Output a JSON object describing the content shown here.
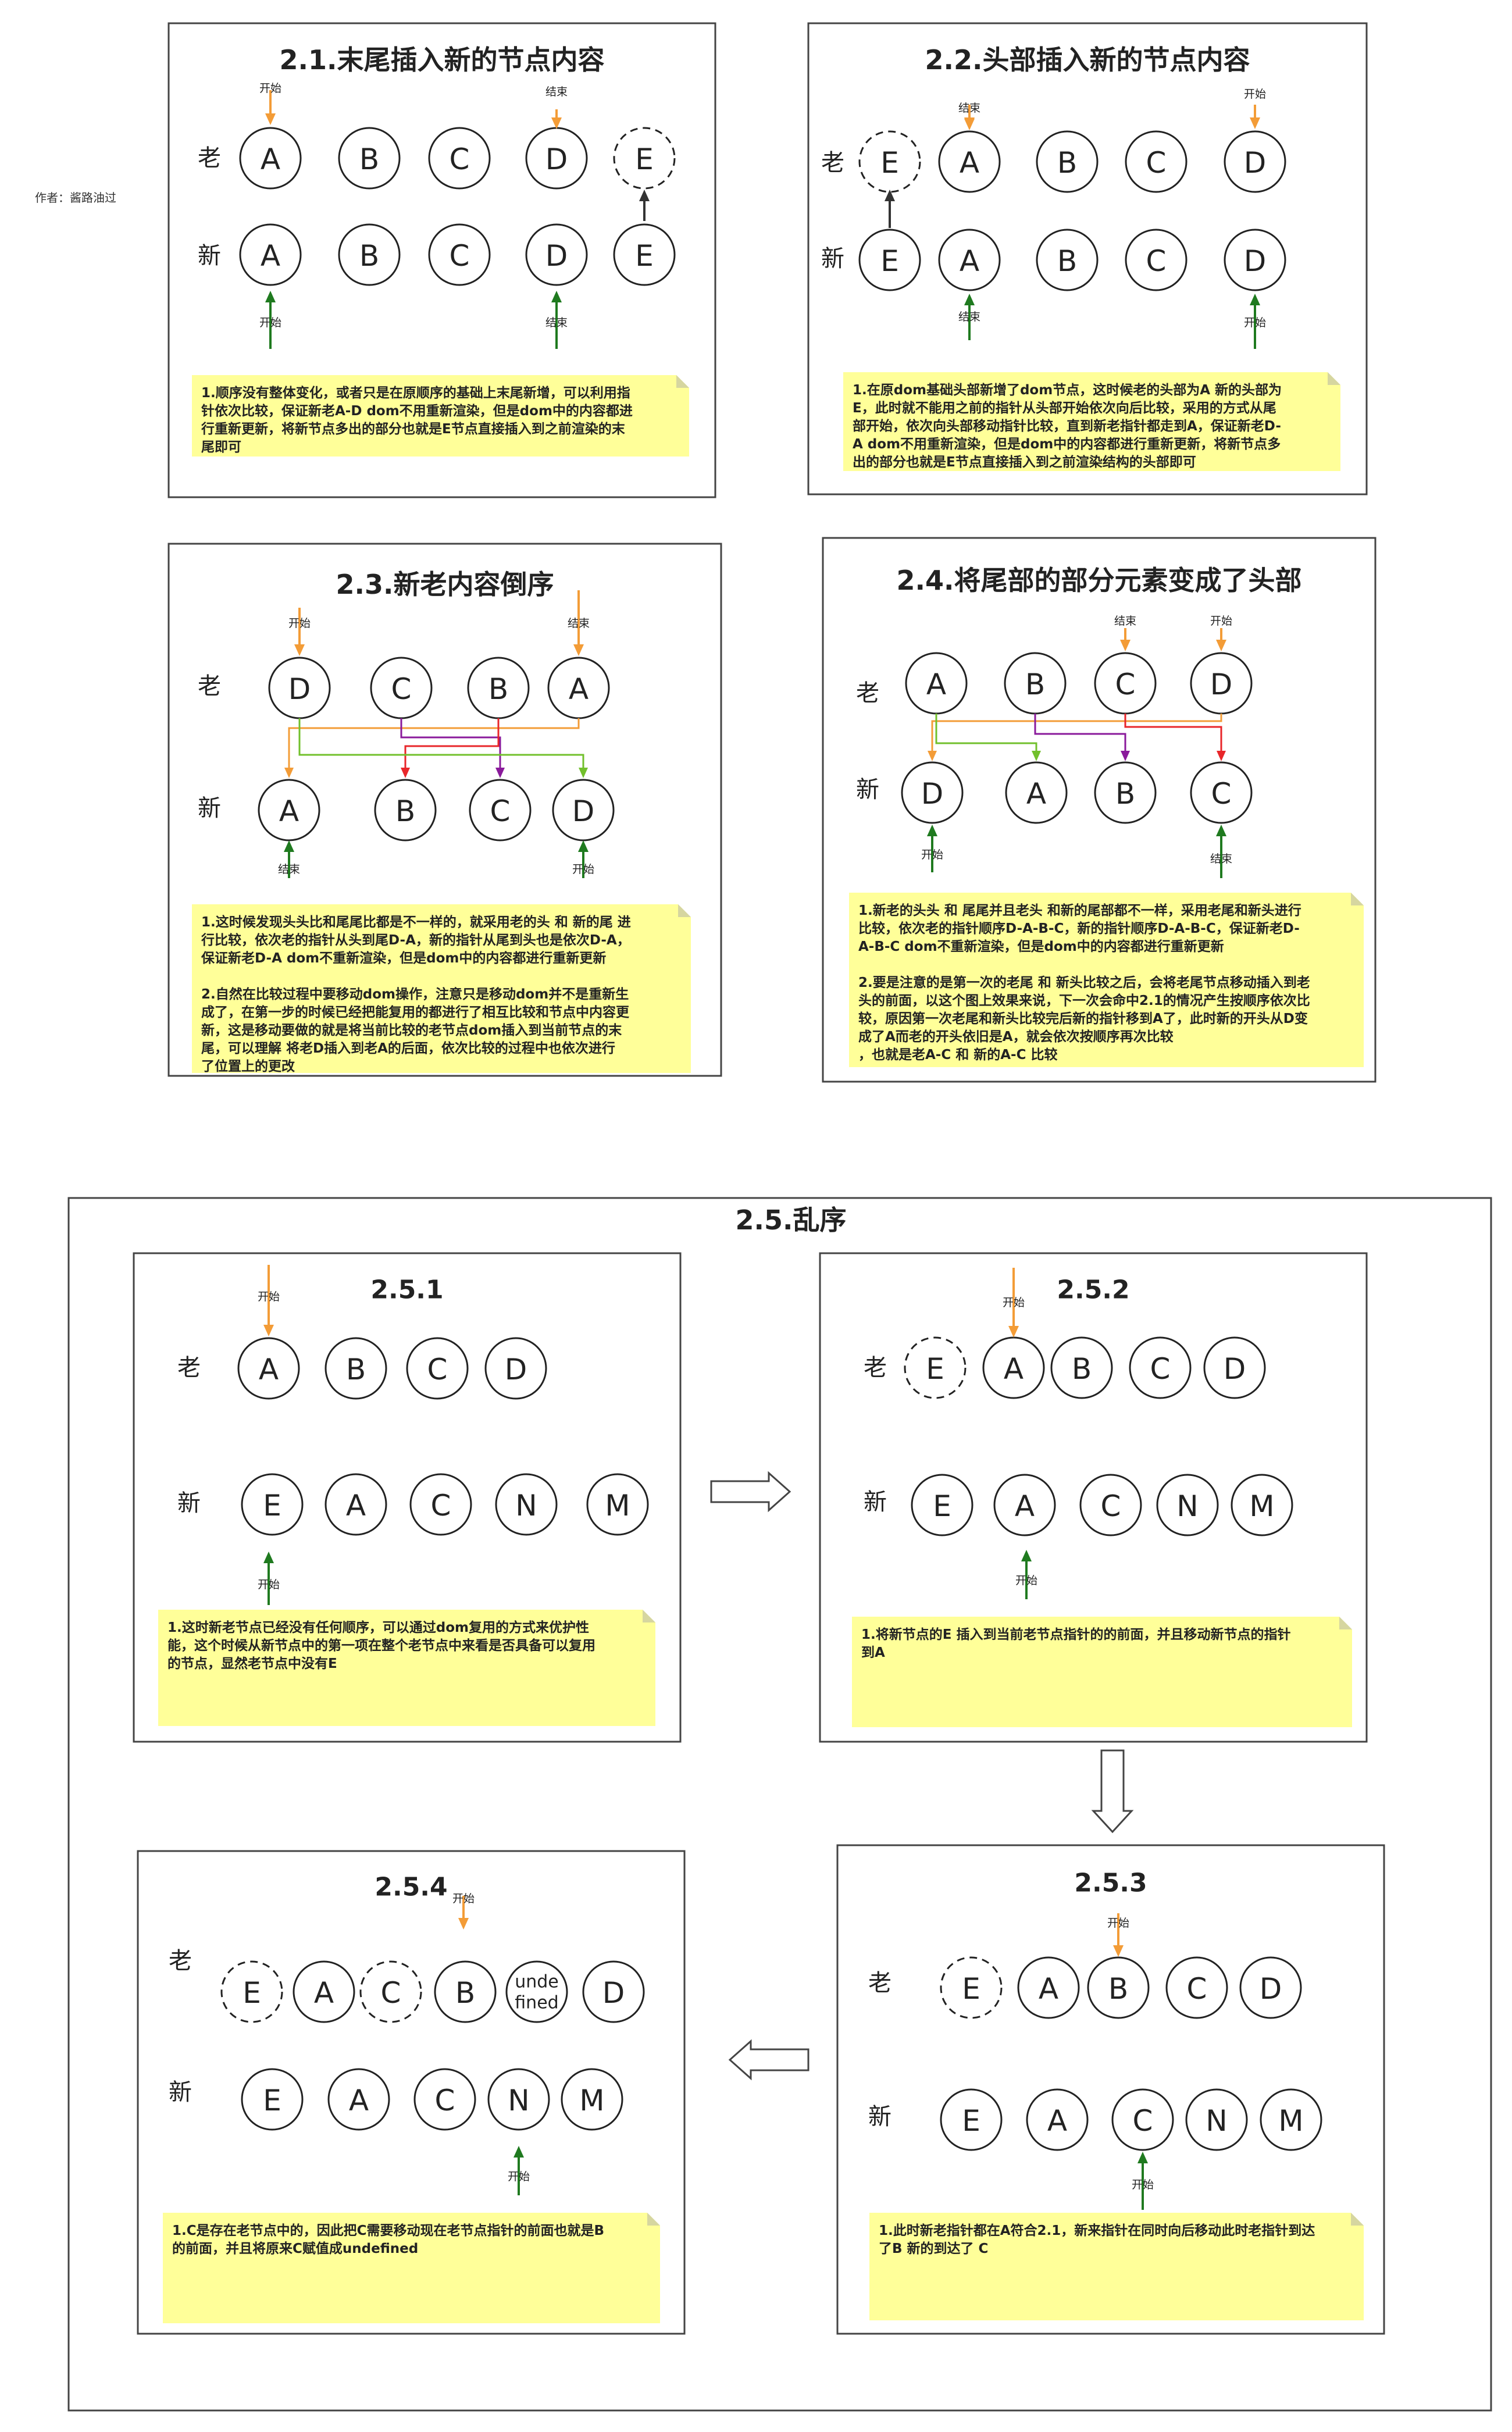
{
  "author": "作者：酱路油过",
  "colors": {
    "orange": "#f39c37",
    "green": "#1f7a1f",
    "note": "#ffff99",
    "border": "#444444",
    "red": "#e8262a",
    "purple": "#8a1a9b",
    "lime": "#72c02c"
  },
  "labels": {
    "old": "老",
    "new": "新",
    "start": "开始",
    "end": "结束"
  },
  "panels": [
    {
      "id": "p21",
      "title": "2.1.末尾插入新的节点内容",
      "old": [
        {
          "t": "A"
        },
        {
          "t": "B"
        },
        {
          "t": "C"
        },
        {
          "t": "D"
        },
        {
          "t": "E",
          "dashed": true
        }
      ],
      "new": [
        {
          "t": "A"
        },
        {
          "t": "B"
        },
        {
          "t": "C"
        },
        {
          "t": "D"
        },
        {
          "t": "E"
        }
      ],
      "note": [
        "1.顺序没有整体变化，或者只是在原顺序的基础上末尾新增，可以利用指",
        "针依次比较，保证新老A-D dom不用重新渲染，但是dom中的内容都进",
        "行重新更新，将新节点多出的部分也就是E节点直接插入到之前渲染的末",
        "尾即可"
      ]
    },
    {
      "id": "p22",
      "title": "2.2.头部插入新的节点内容",
      "old": [
        {
          "t": "E",
          "dashed": true
        },
        {
          "t": "A"
        },
        {
          "t": "B"
        },
        {
          "t": "C"
        },
        {
          "t": "D"
        }
      ],
      "new": [
        {
          "t": "E"
        },
        {
          "t": "A"
        },
        {
          "t": "B"
        },
        {
          "t": "C"
        },
        {
          "t": "D"
        }
      ],
      "note": [
        "1.在原dom基础头部新增了dom节点，这时候老的头部为A 新的头部为",
        "E，此时就不能用之前的指针从头部开始依次向后比较，采用的方式从尾",
        "部开始，依次向头部移动指针比较，直到新老指针都走到A，保证新老D-",
        "A dom不用重新渲染，但是dom中的内容都进行重新更新，将新节点多",
        "出的部分也就是E节点直接插入到之前渲染结构的头部即可"
      ]
    },
    {
      "id": "p23",
      "title": "2.3.新老内容倒序",
      "old": [
        {
          "t": "D"
        },
        {
          "t": "C"
        },
        {
          "t": "B"
        },
        {
          "t": "A"
        }
      ],
      "new": [
        {
          "t": "A"
        },
        {
          "t": "B"
        },
        {
          "t": "C"
        },
        {
          "t": "D"
        }
      ],
      "note": [
        "1.这时候发现头头比和尾尾比都是不一样的，就采用老的头 和 新的尾 进",
        "行比较，依次老的指针从头到尾D-A，新的指针从尾到头也是依次D-A，",
        "保证新老D-A dom不重新渲染，但是dom中的内容都进行重新更新",
        "",
        "2.自然在比较过程中要移动dom操作，注意只是移动dom并不是重新生",
        "成了，在第一步的时候已经把能复用的都进行了相互比较和节点中内容更",
        "新，这是移动要做的就是将当前比较的老节点dom插入到当前节点的末",
        "尾，可以理解 将老D插入到老A的后面，依次比较的过程中也依次进行",
        "了位置上的更改"
      ]
    },
    {
      "id": "p24",
      "title": "2.4.将尾部的部分元素变成了头部",
      "old": [
        {
          "t": "A"
        },
        {
          "t": "B"
        },
        {
          "t": "C"
        },
        {
          "t": "D"
        }
      ],
      "new": [
        {
          "t": "D"
        },
        {
          "t": "A"
        },
        {
          "t": "B"
        },
        {
          "t": "C"
        }
      ],
      "note": [
        "1.新老的头头 和 尾尾并且老头 和新的尾部都不一样，采用老尾和新头进行",
        "比较，依次老的指针顺序D-A-B-C，新的指针顺序D-A-B-C，保证新老D-",
        "A-B-C dom不重新渲染，但是dom中的内容都进行重新更新",
        "",
        "2.要是注意的是第一次的老尾 和 新头比较之后，会将老尾节点移动插入到老",
        "头的前面，以这个图上效果来说，下一次会命中2.1的情况产生按顺序依次比",
        "较，原因第一次老尾和新头比较完后新的指针移到A了，此时新的开头从D变",
        "成了A而老的开头依旧是A，就会依次按顺序再次比较",
        "，也就是老A-C 和 新的A-C 比较"
      ]
    }
  ],
  "section25": {
    "title": "2.5.乱序",
    "subs": [
      {
        "id": "s1",
        "title": "2.5.1",
        "old": [
          {
            "t": "A"
          },
          {
            "t": "B"
          },
          {
            "t": "C"
          },
          {
            "t": "D"
          }
        ],
        "new": [
          {
            "t": "E"
          },
          {
            "t": "A"
          },
          {
            "t": "C"
          },
          {
            "t": "N"
          },
          {
            "t": "M"
          }
        ],
        "note": [
          "1.这时新老节点已经没有任何顺序，可以通过dom复用的方式来优护性",
          "能，这个时候从新节点中的第一项在整个老节点中来看是否具备可以复用",
          "的节点，显然老节点中没有E"
        ]
      },
      {
        "id": "s2",
        "title": "2.5.2",
        "old": [
          {
            "t": "E",
            "dashed": true
          },
          {
            "t": "A"
          },
          {
            "t": "B"
          },
          {
            "t": "C"
          },
          {
            "t": "D"
          }
        ],
        "new": [
          {
            "t": "E"
          },
          {
            "t": "A"
          },
          {
            "t": "C"
          },
          {
            "t": "N"
          },
          {
            "t": "M"
          }
        ],
        "note": [
          "1.将新节点的E 插入到当前老节点指针的的前面，并且移动新节点的指针",
          "到A"
        ]
      },
      {
        "id": "s3",
        "title": "2.5.3",
        "old": [
          {
            "t": "E",
            "dashed": true
          },
          {
            "t": "A"
          },
          {
            "t": "B"
          },
          {
            "t": "C"
          },
          {
            "t": "D"
          }
        ],
        "new": [
          {
            "t": "E"
          },
          {
            "t": "A"
          },
          {
            "t": "C"
          },
          {
            "t": "N"
          },
          {
            "t": "M"
          }
        ],
        "note": [
          "1.此时新老指针都在A符合2.1，新来指针在同时向后移动此时老指针到达",
          "了B 新的到达了 C"
        ]
      },
      {
        "id": "s4",
        "title": "2.5.4",
        "old": [
          {
            "t": "E",
            "dashed": true
          },
          {
            "t": "A"
          },
          {
            "t": "C",
            "dashed": true
          },
          {
            "t": "B"
          },
          {
            "t": "unde",
            "t2": "fined"
          },
          {
            "t": "D"
          }
        ],
        "new": [
          {
            "t": "E"
          },
          {
            "t": "A"
          },
          {
            "t": "C"
          },
          {
            "t": "N"
          },
          {
            "t": "M"
          }
        ],
        "note": [
          "1.C是存在老节点中的，因此把C需要移动现在老节点指针的前面也就是B",
          "的前面，并且将原来C赋值成undefined"
        ]
      }
    ]
  }
}
